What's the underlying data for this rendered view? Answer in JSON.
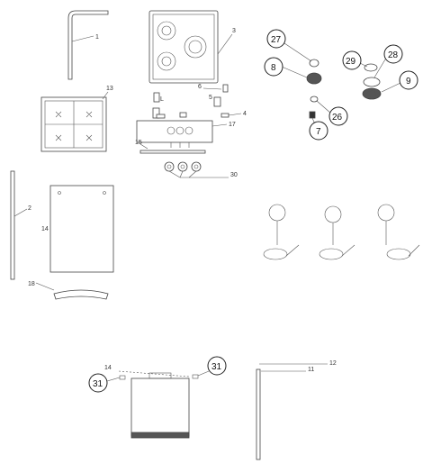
{
  "callouts": [
    "1",
    "2",
    "3",
    "4",
    "5",
    "6",
    "7",
    "8",
    "9",
    "11",
    "12",
    "13",
    "14",
    "15",
    "17",
    "18",
    "26",
    "27",
    "28",
    "29",
    "30",
    "31",
    "L"
  ],
  "circled": [
    "27",
    "8",
    "26",
    "7",
    "29",
    "28",
    "9",
    "31"
  ],
  "labels": {
    "p1": "1",
    "p2": "2",
    "p3": "3",
    "p4": "4",
    "p5": "5",
    "p6": "6",
    "p7": "7",
    "p8": "8",
    "p9": "9",
    "p11": "11",
    "p12": "12",
    "p13": "13",
    "p14a": "14",
    "p14b": "14",
    "p15": "15",
    "p17": "17",
    "p18": "18",
    "p26": "26",
    "p27": "27",
    "p28": "28",
    "p29": "29",
    "p30": "30",
    "p31a": "31",
    "p31b": "31",
    "pL": "L"
  }
}
